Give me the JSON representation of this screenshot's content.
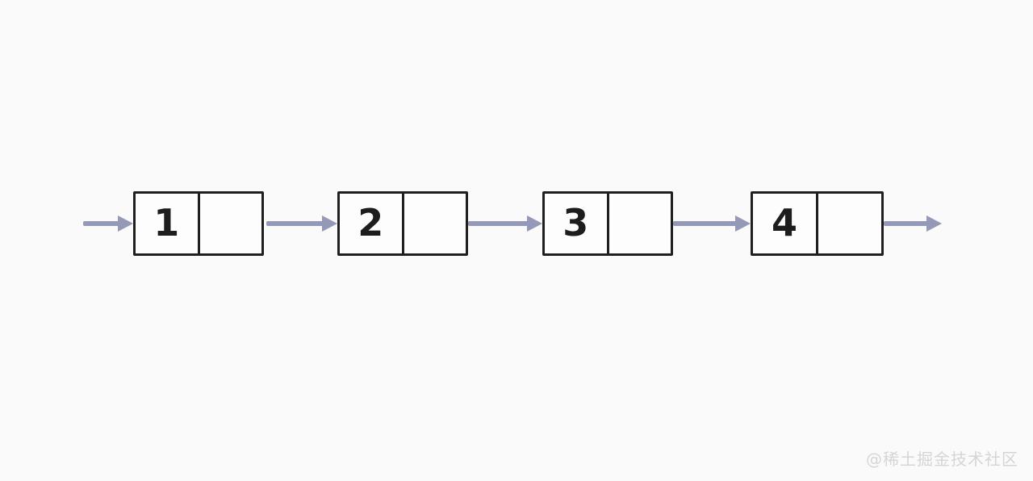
{
  "diagram": {
    "type": "singly-linked-list",
    "title": "",
    "nodes": [
      {
        "value": "1",
        "pointer": ""
      },
      {
        "value": "2",
        "pointer": ""
      },
      {
        "value": "3",
        "pointer": ""
      },
      {
        "value": "4",
        "pointer": ""
      }
    ],
    "arrows": [
      {
        "name": "head-arrow",
        "from": "external-head",
        "to": "node-1"
      },
      {
        "name": "arrow-1-2",
        "from": "node-1",
        "to": "node-2"
      },
      {
        "name": "arrow-2-3",
        "from": "node-2",
        "to": "node-3"
      },
      {
        "name": "arrow-3-4",
        "from": "node-3",
        "to": "node-4"
      },
      {
        "name": "tail-arrow",
        "from": "node-4",
        "to": "external-tail"
      }
    ],
    "colors": {
      "background": "#fafafa",
      "node_border": "#1f1f1f",
      "node_fill": "#fdfdfd",
      "value_text": "#1d1d1d",
      "arrow": "#9499b7",
      "watermark": "#d5d5d5"
    },
    "watermark": "@稀土掘金技术社区"
  }
}
